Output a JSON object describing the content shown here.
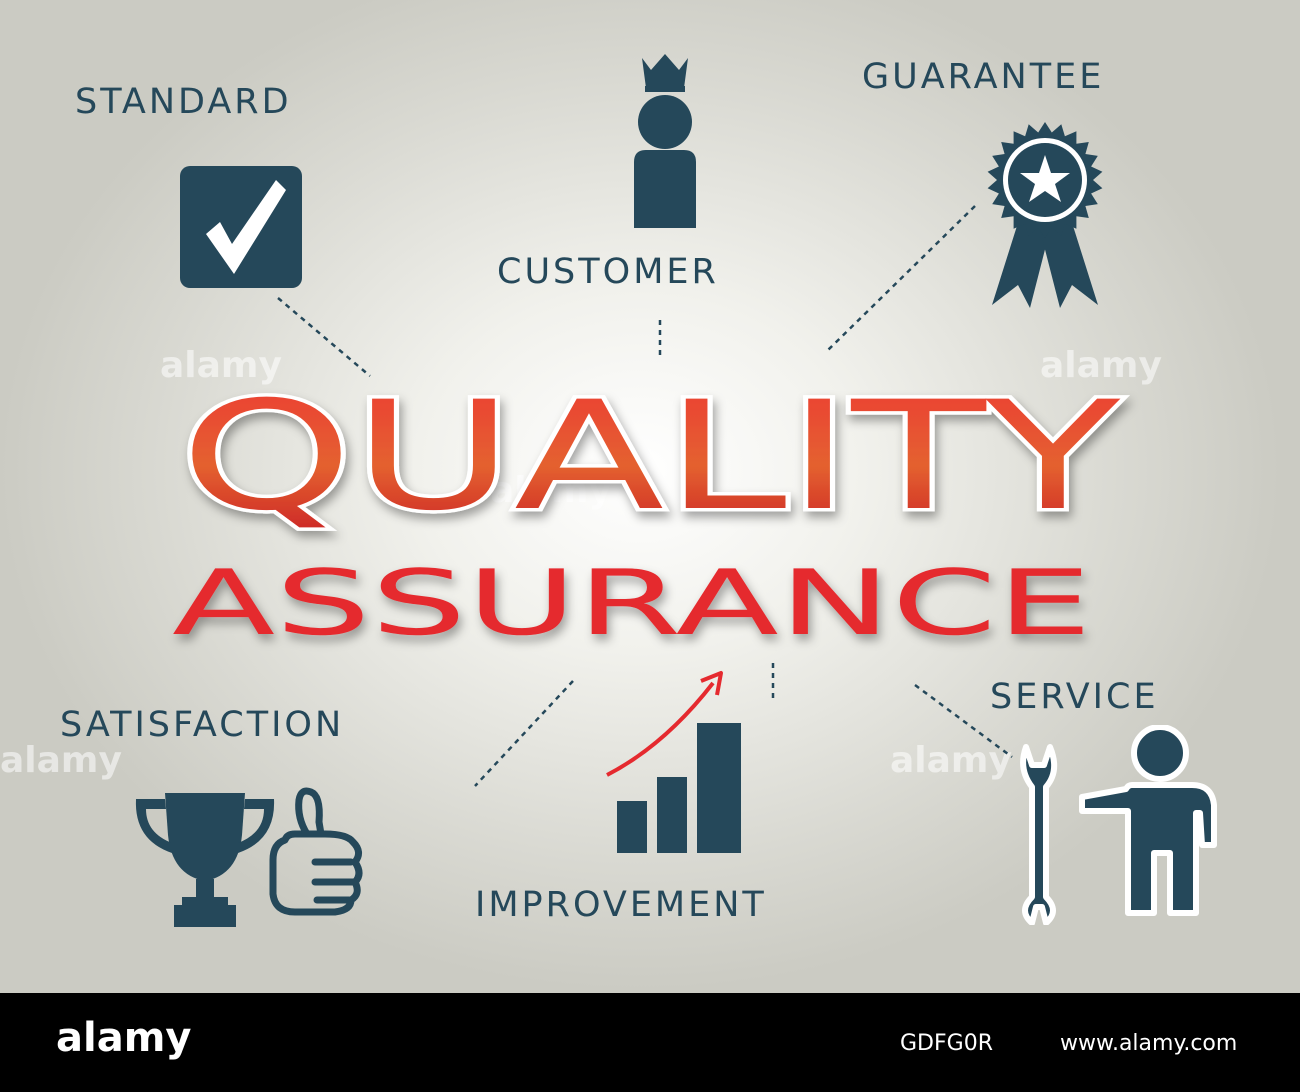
{
  "title": {
    "line1": "QUALITY",
    "line2": "ASSURANCE"
  },
  "nodes": {
    "standard": "STANDARD",
    "customer": "CUSTOMER",
    "guarantee": "GUARANTEE",
    "satisfaction": "SATISFACTION",
    "improvement": "IMPROVEMENT",
    "service": "SERVICE"
  },
  "icons": {
    "standard": "checkbox-icon",
    "customer": "king-person-icon",
    "guarantee": "award-rosette-icon",
    "satisfaction": [
      "trophy-icon",
      "thumbs-up-icon"
    ],
    "improvement": "growth-bar-chart-icon",
    "service": "person-wrench-icon"
  },
  "colors": {
    "primary": "#25485a",
    "accent": "#e52a2f",
    "background": "#e9e9e3"
  },
  "watermark": "alamy",
  "footer": {
    "logo": "alamy",
    "image_id": "GDFG0R",
    "url": "www.alamy.com"
  }
}
